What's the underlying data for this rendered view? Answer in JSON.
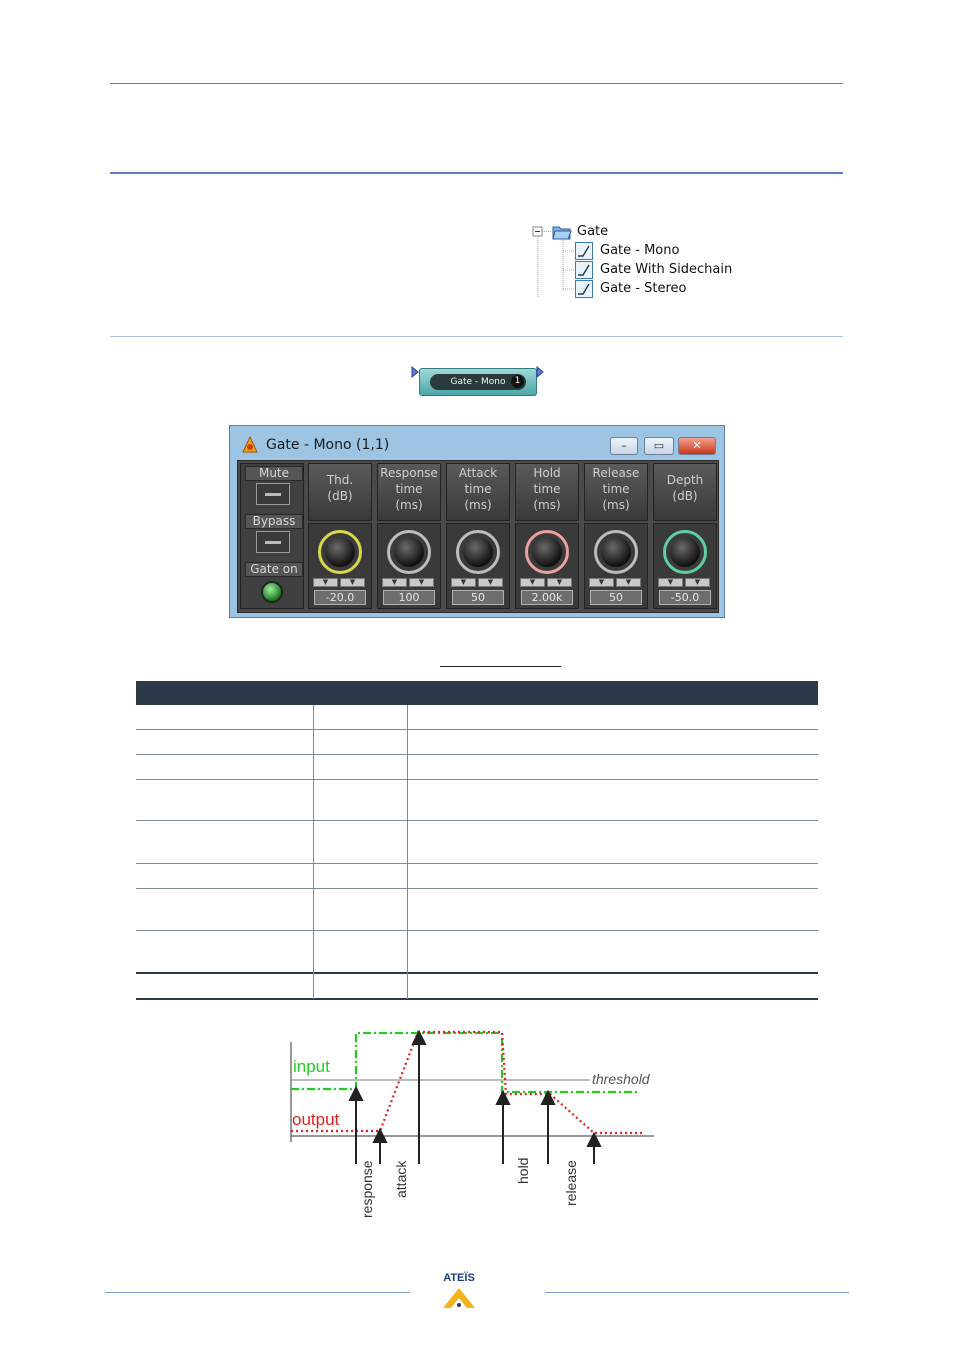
{
  "tree": {
    "root": "Gate",
    "items": [
      "Gate - Mono",
      "Gate With Sidechain",
      "Gate - Stereo"
    ]
  },
  "block": {
    "label": "Gate - Mono",
    "badge": "1"
  },
  "window": {
    "title": "Gate - Mono (1,1)",
    "buttons": {
      "mute": "Mute",
      "bypass": "Bypass",
      "gate_on": "Gate on"
    },
    "columns": [
      {
        "label": "Thd.\n(dB)",
        "value": "-20.0",
        "ring": "#d8d84a"
      },
      {
        "label": "Response\ntime\n(ms)",
        "value": "100",
        "ring": "#bdbdbd"
      },
      {
        "label": "Attack\ntime\n(ms)",
        "value": "50",
        "ring": "#bdbdbd"
      },
      {
        "label": "Hold\ntime\n(ms)",
        "value": "2.00k",
        "ring": "#e8a0a0"
      },
      {
        "label": "Release\ntime\n(ms)",
        "value": "50",
        "ring": "#bdbdbd"
      },
      {
        "label": "Depth\n(dB)",
        "value": "-50.0",
        "ring": "#5fd0a0"
      }
    ]
  },
  "diagram": {
    "labels": {
      "input": "input",
      "output": "output",
      "threshold": "threshold",
      "response": "response",
      "attack": "attack",
      "hold": "hold",
      "release": "release"
    },
    "colors": {
      "input": "#22cc22",
      "output": "#e02020"
    }
  },
  "footer": {
    "logo": "ATEÏS"
  }
}
